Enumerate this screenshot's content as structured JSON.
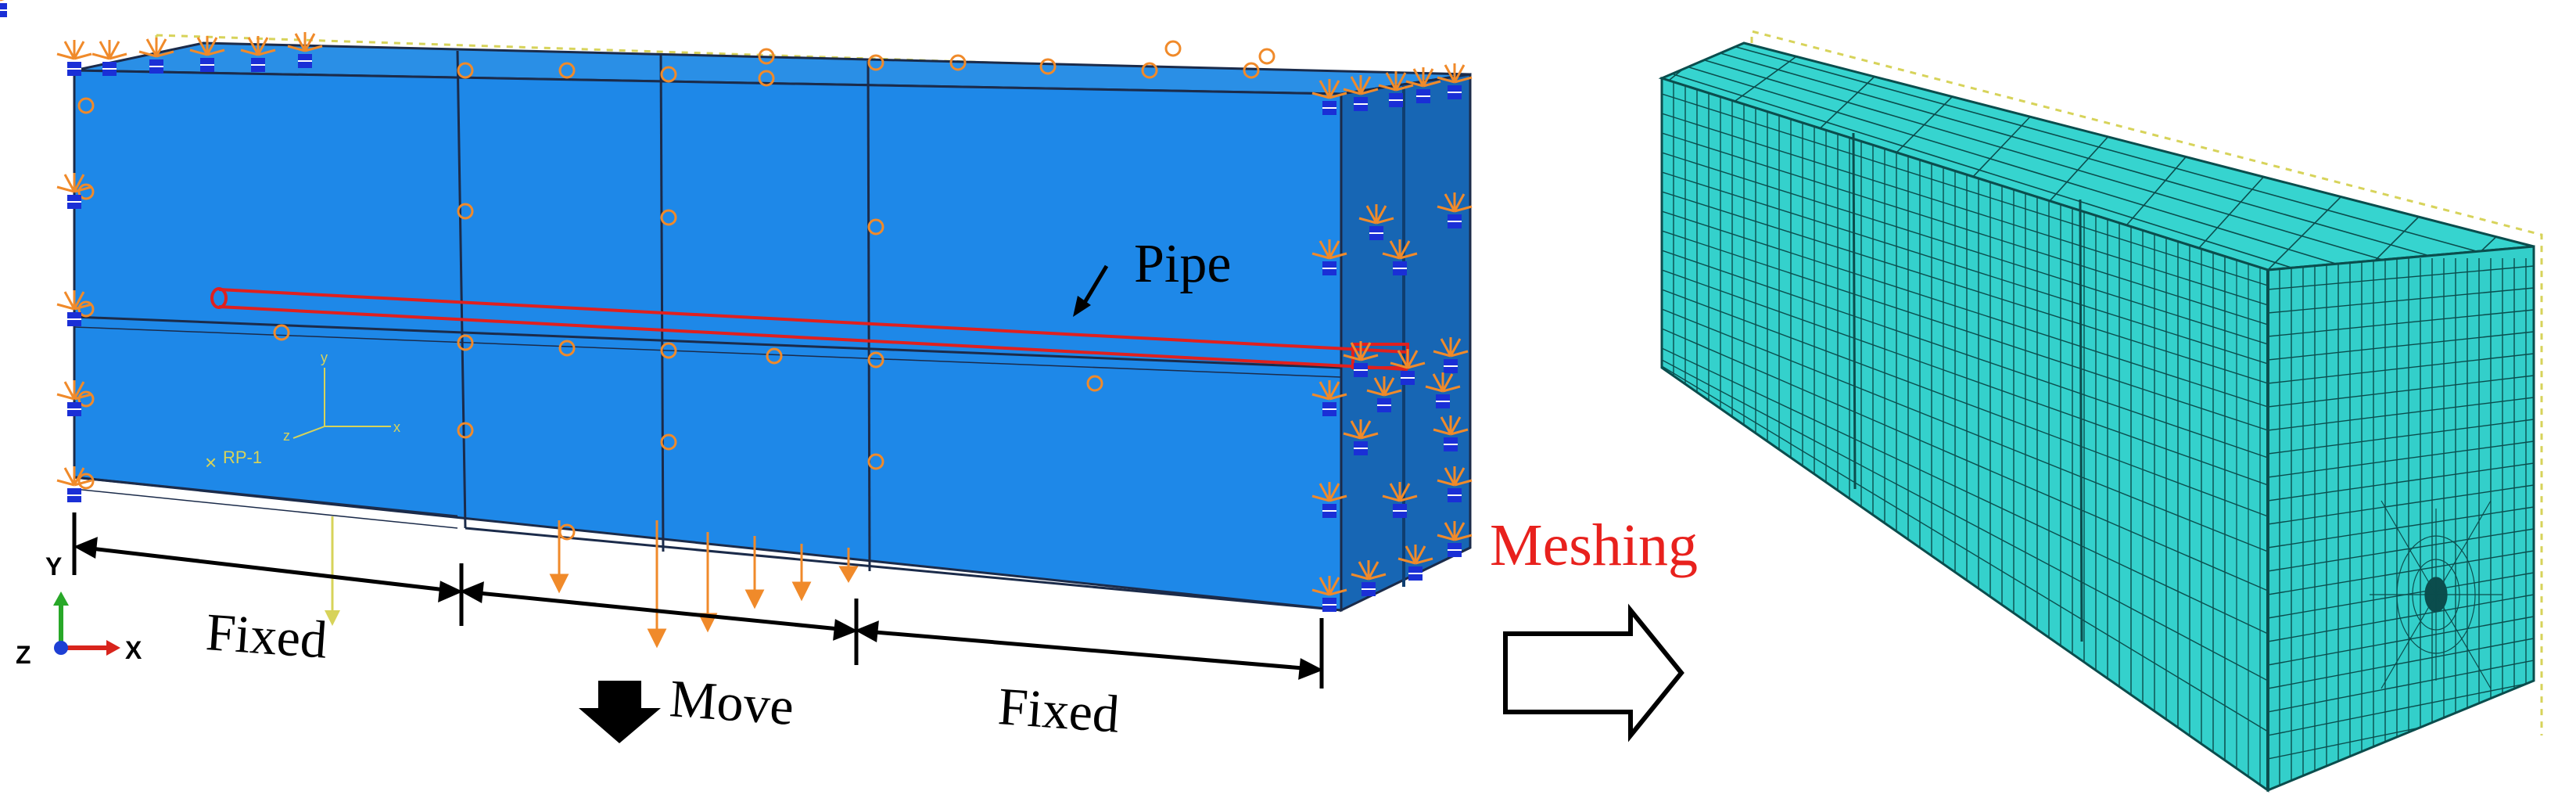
{
  "labels": {
    "pipe": "Pipe",
    "fixed_left": "Fixed",
    "move": "Move",
    "fixed_right": "Fixed",
    "meshing": "Meshing",
    "rp": "RP-1"
  },
  "triad": {
    "y": "Y",
    "z": "Z",
    "x": "X"
  },
  "mini_axes": {
    "x": "x",
    "y": "y",
    "z": "z"
  },
  "colors": {
    "block_front": "#1e88e8",
    "block_top": "#2a8fe6",
    "block_side": "#1766b4",
    "pipe": "#e0201e",
    "meshing_text": "#e8211d",
    "mesh_fill": "#34d1cc",
    "mesh_line": "#0b4d4d",
    "bc_orange": "#f08a2a",
    "bc_blue": "#1a2fd6",
    "arrow_black": "#000000"
  },
  "icons": [
    "fixed-support-icon",
    "displacement-arrow-icon",
    "hollow-arrow-icon",
    "move-down-arrow-icon",
    "coordinate-triad-icon"
  ]
}
